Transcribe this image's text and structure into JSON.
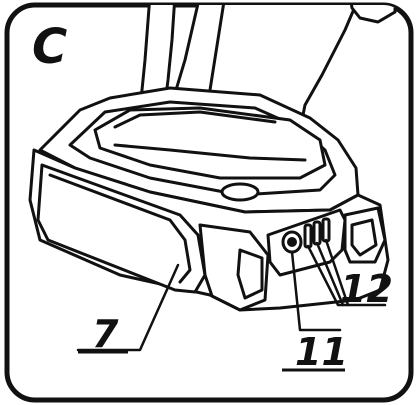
{
  "panel": {
    "letter": "C"
  },
  "callouts": [
    {
      "id": "battery-pack",
      "text": "7"
    },
    {
      "id": "charging-socket",
      "text": "11"
    },
    {
      "id": "indicator-leds",
      "text": "12"
    }
  ],
  "colors": {
    "line": "#111111",
    "fill": "#ffffff"
  }
}
